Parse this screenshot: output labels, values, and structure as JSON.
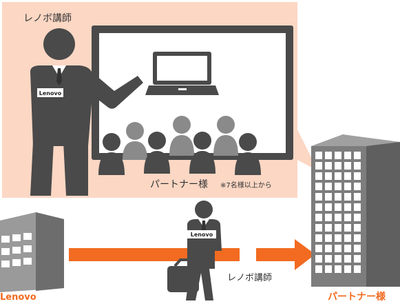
{
  "labels": {
    "instructor_top": "レノボ講師",
    "partner_class": "パートナー様",
    "min_note": "※7名様以上から",
    "instructor_bottom": "レノボ講師",
    "lenovo_building": "Lenovo",
    "partner_building": "パートナー様",
    "badge": "Lenovo"
  },
  "colors": {
    "panel_bg": "#fbd7c4",
    "figure_dark": "#4a4a4a",
    "figure_gray": "#8a8a8a",
    "arrow": "#f26b21",
    "accent_orange": "#f26b21",
    "building": "#7d7d7d"
  },
  "icons": [
    "presenter-figure",
    "screen-with-laptop",
    "audience-icons",
    "lenovo-office-building",
    "partner-office-building",
    "instructor-with-suitcase",
    "dispatch-arrow"
  ]
}
